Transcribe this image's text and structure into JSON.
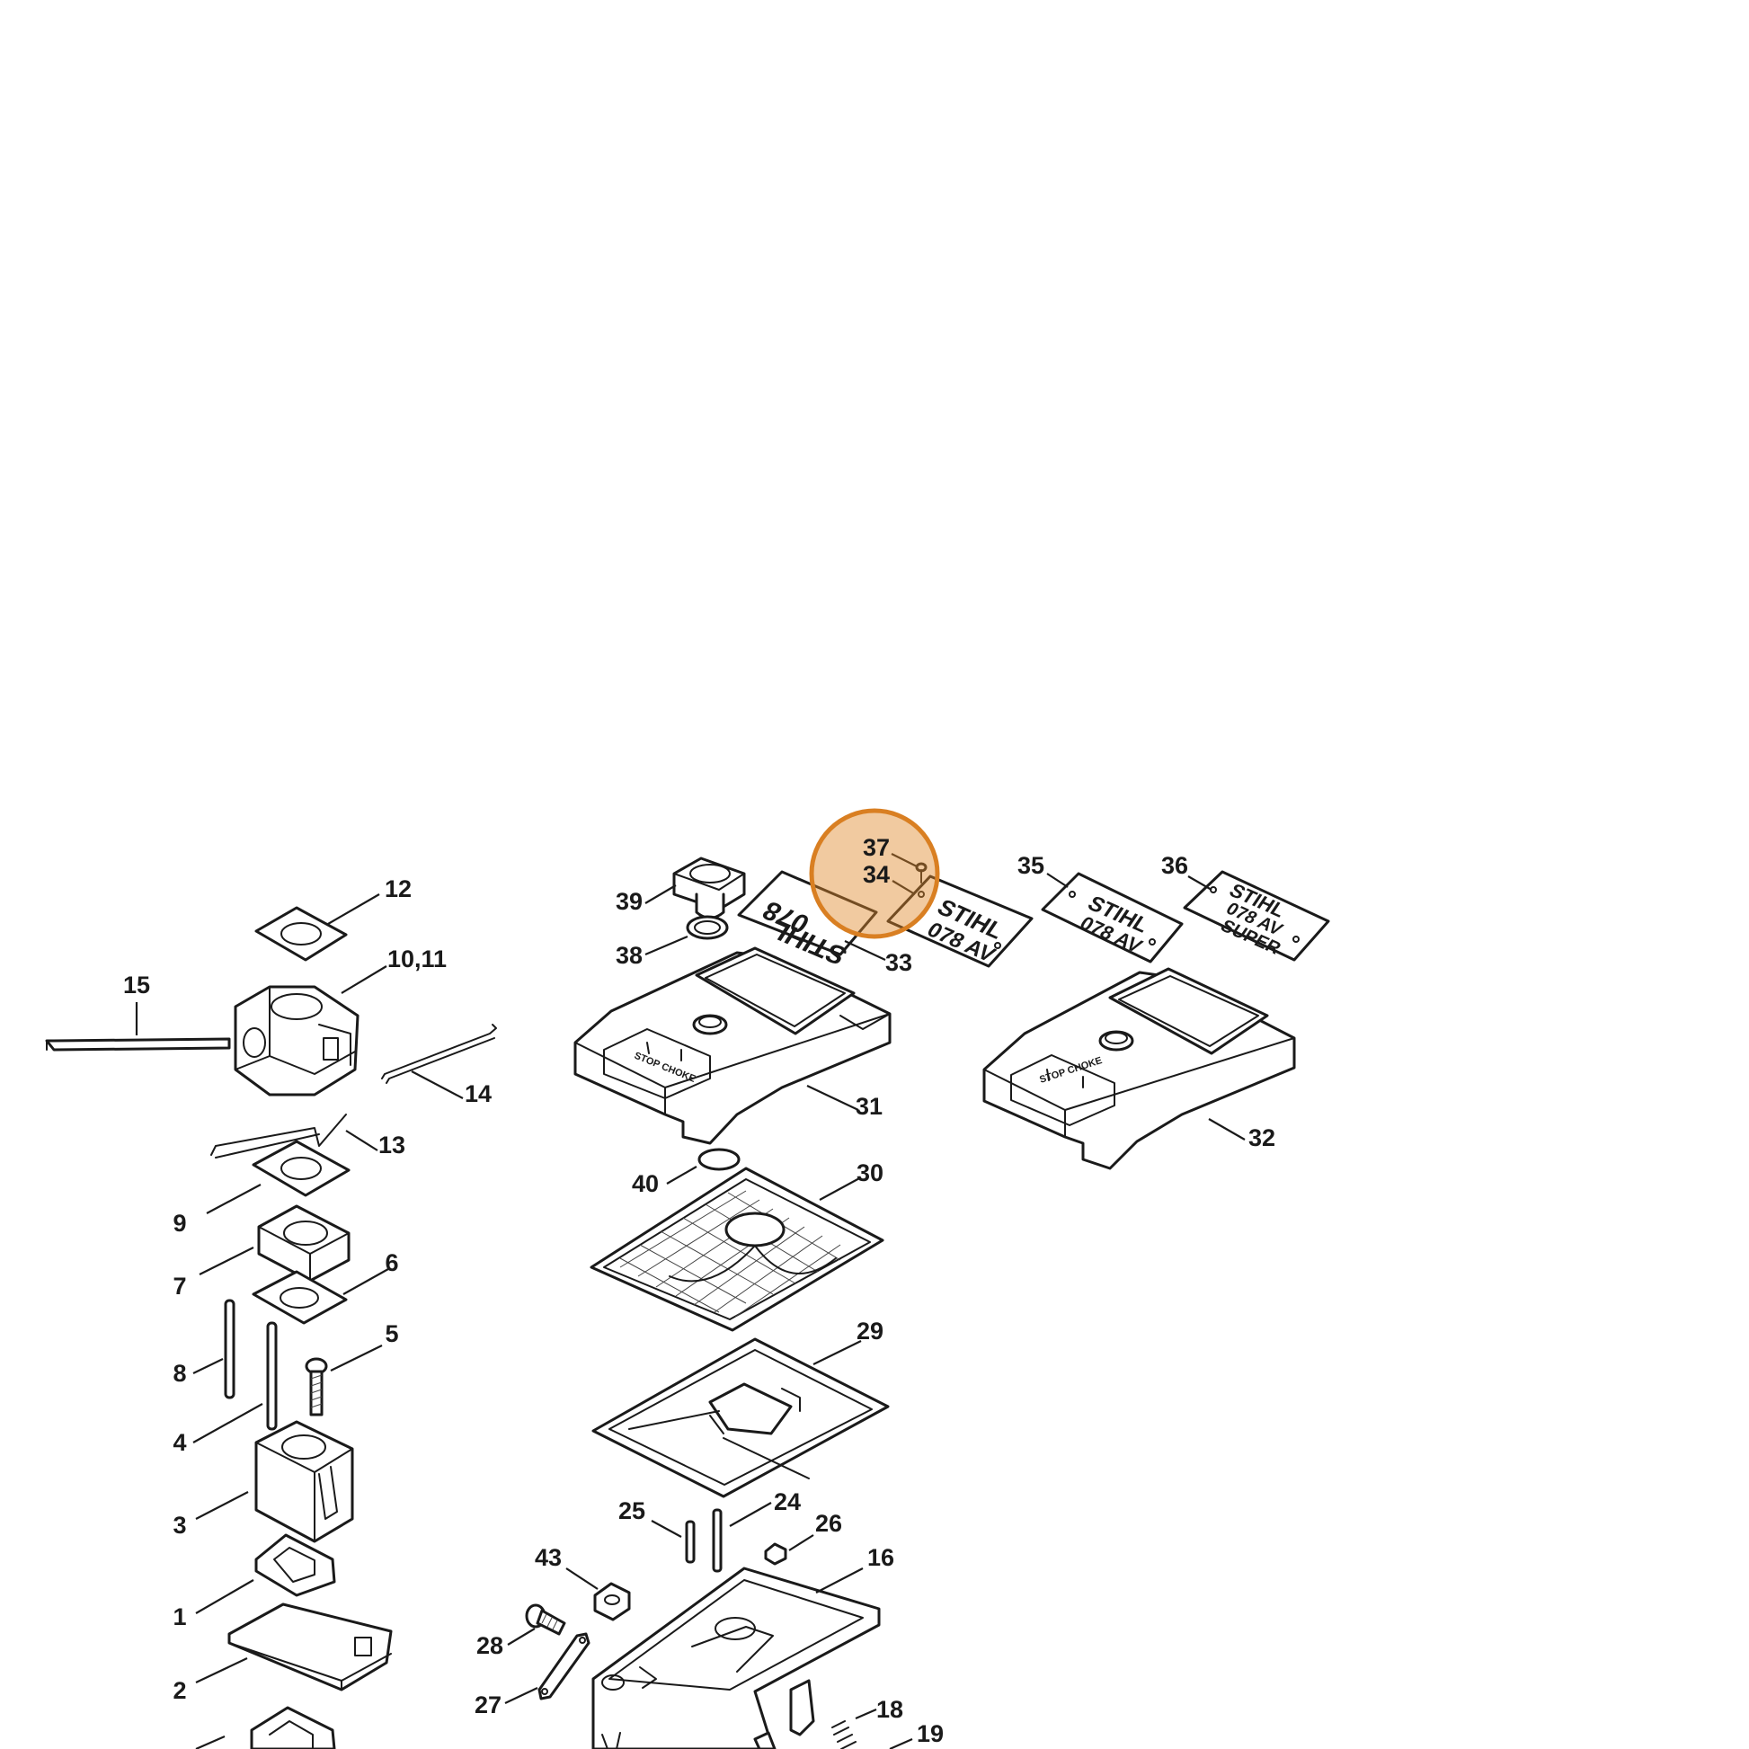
{
  "callouts": [
    {
      "id": "1",
      "label": "1"
    },
    {
      "id": "2",
      "label": "2"
    },
    {
      "id": "3",
      "label": "3"
    },
    {
      "id": "4",
      "label": "4"
    },
    {
      "id": "5",
      "label": "5"
    },
    {
      "id": "6",
      "label": "6"
    },
    {
      "id": "7",
      "label": "7"
    },
    {
      "id": "8",
      "label": "8"
    },
    {
      "id": "9",
      "label": "9"
    },
    {
      "id": "10-11",
      "label": "10,11"
    },
    {
      "id": "12",
      "label": "12"
    },
    {
      "id": "13",
      "label": "13"
    },
    {
      "id": "14",
      "label": "14"
    },
    {
      "id": "15",
      "label": "15"
    },
    {
      "id": "16",
      "label": "16"
    },
    {
      "id": "18",
      "label": "18"
    },
    {
      "id": "19",
      "label": "19"
    },
    {
      "id": "24",
      "label": "24"
    },
    {
      "id": "25",
      "label": "25"
    },
    {
      "id": "26",
      "label": "26"
    },
    {
      "id": "27",
      "label": "27"
    },
    {
      "id": "28",
      "label": "28"
    },
    {
      "id": "29",
      "label": "29"
    },
    {
      "id": "30",
      "label": "30"
    },
    {
      "id": "31",
      "label": "31"
    },
    {
      "id": "32",
      "label": "32"
    },
    {
      "id": "33",
      "label": "33"
    },
    {
      "id": "34",
      "label": "34"
    },
    {
      "id": "35",
      "label": "35"
    },
    {
      "id": "36",
      "label": "36"
    },
    {
      "id": "37",
      "label": "37"
    },
    {
      "id": "38",
      "label": "38"
    },
    {
      "id": "39",
      "label": "39"
    },
    {
      "id": "40",
      "label": "40"
    },
    {
      "id": "43",
      "label": "43"
    }
  ],
  "decals": {
    "decal_33": {
      "line1": "STIHL",
      "line2": "078"
    },
    "decal_34": {
      "line1": "STIHL",
      "line2": "078 AV"
    },
    "decal_35": {
      "line1": "STIHL",
      "line2": "078 AV"
    },
    "decal_36": {
      "line1": "STIHL",
      "line2": "078 AV",
      "line3": "SUPER"
    }
  },
  "cover_text": {
    "cover_31": "STOP CHOKE",
    "cover_32": "STOP CHOKE"
  },
  "highlight": {
    "color": "#e08a2c",
    "parts": [
      "37",
      "34"
    ]
  }
}
